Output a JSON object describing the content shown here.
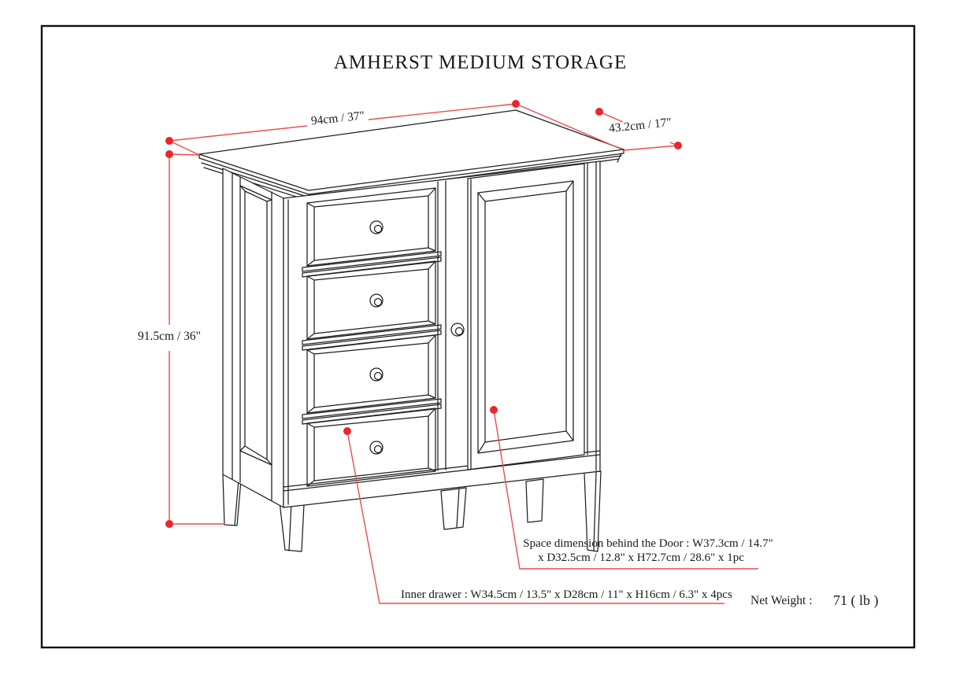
{
  "page": {
    "title": "AMHERST MEDIUM STORAGE"
  },
  "dimensions": {
    "width_label": "94cm / 37\"",
    "depth_label": "43.2cm / 17\"",
    "height_label": "91.5cm / 36\""
  },
  "notes": {
    "door_space_line1": "Space dimension behind the Door  : W37.3cm / 14.7\"",
    "door_space_line2": "x D32.5cm / 12.8\" x H72.7cm / 28.6\" x 1pc",
    "inner_drawer": "Inner drawer  : W34.5cm / 13.5\" x D28cm / 11\" x H16cm / 6.3\" x 4pcs",
    "net_weight_label": "Net Weight :",
    "net_weight_value": "71 ( lb )"
  },
  "colors": {
    "annotation_red": "#e8262b",
    "leader_red": "#e94d4d",
    "line_black": "#1f1f1f"
  }
}
